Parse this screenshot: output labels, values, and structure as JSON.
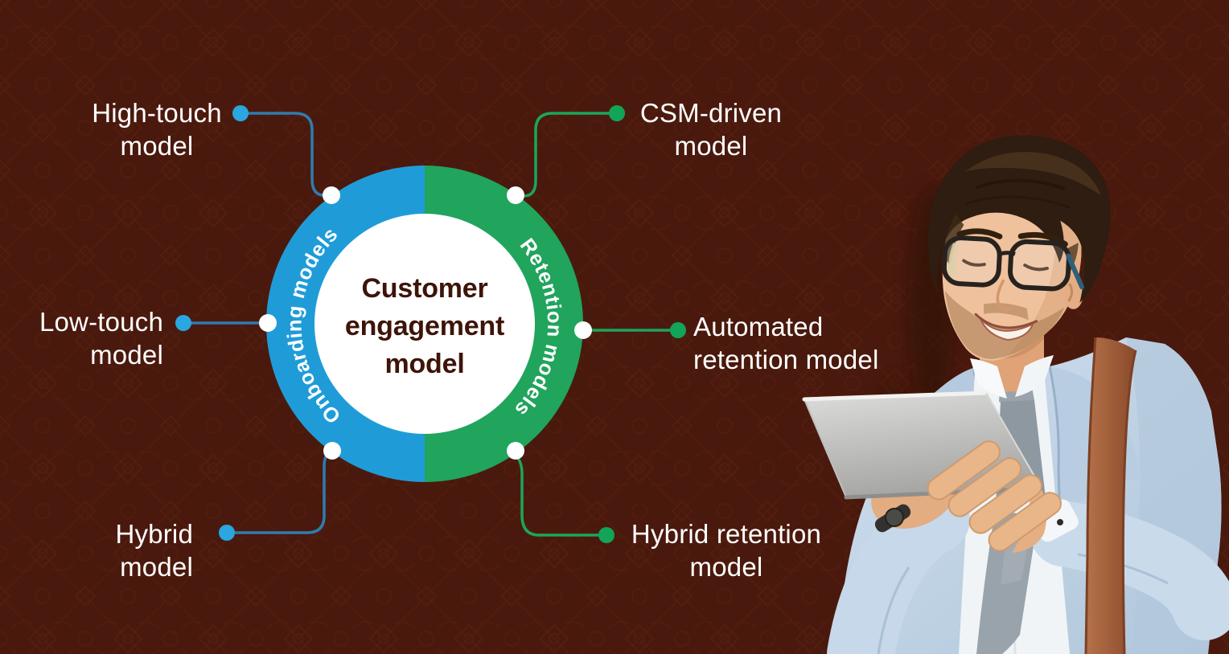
{
  "background": {
    "base_color": "#4a190d",
    "pattern_color": "#5f2413"
  },
  "diagram": {
    "center_circle": {
      "lines": [
        "Customer",
        "engagement",
        "model"
      ],
      "text_color": "#3e1408"
    },
    "ring": {
      "left": {
        "label": "Onboarding models",
        "color": "#1f9cd8"
      },
      "right": {
        "label": "Retention models",
        "color": "#21a45c"
      }
    },
    "callouts": [
      {
        "id": "high-touch",
        "line1": "High-touch",
        "line2": "model"
      },
      {
        "id": "low-touch",
        "line1": "Low-touch",
        "line2": "model"
      },
      {
        "id": "hybrid",
        "line1": "Hybrid",
        "line2": "model"
      },
      {
        "id": "csm-driven",
        "line1": "CSM-driven",
        "line2": "model"
      },
      {
        "id": "automated-retention",
        "line1": "Automated",
        "line2": "retention model"
      },
      {
        "id": "hybrid-retention",
        "line1": "Hybrid retention",
        "line2": "model"
      }
    ],
    "colors": {
      "ring_blue": "#1f9cd8",
      "ring_green": "#21a45c",
      "blue_dot": "#2aa6e0",
      "blue_line": "#2e7cb1",
      "green_dot": "#12a457",
      "green_line": "#1ba65c",
      "connector_node": "#ffffff",
      "label_text": "#ffffff"
    }
  },
  "photo": {
    "name": "man-holding-tablet"
  }
}
